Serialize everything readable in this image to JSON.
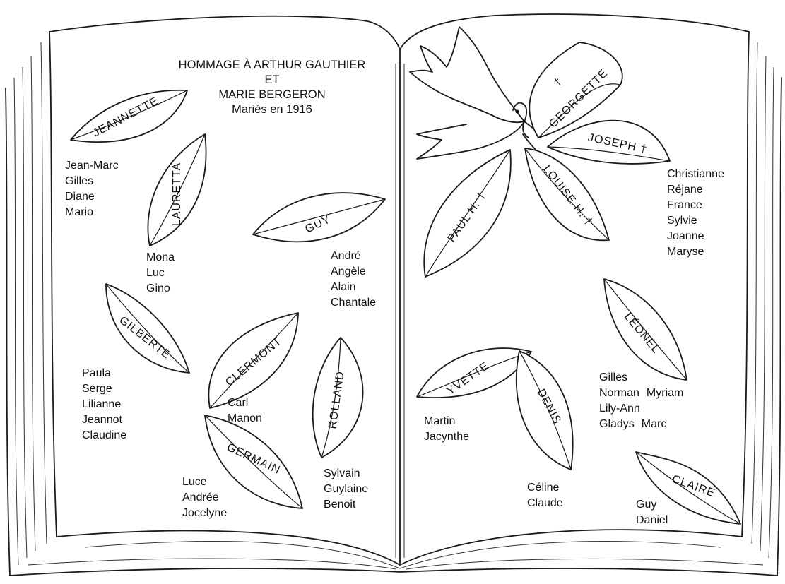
{
  "title": {
    "line1": "HOMMAGE À ARTHUR GAUTHIER",
    "line2": "ET",
    "line3": "MARIE BERGERON",
    "line4": "Mariés en 1916"
  },
  "children": {
    "jeannette": {
      "name": "JEANNETTE",
      "descendants": [
        "Jean-Marc",
        "Gilles",
        "Diane",
        "Mario"
      ]
    },
    "lauretta": {
      "name": "LAURETTA",
      "descendants": [
        "Mona",
        "Luc",
        "Gino"
      ]
    },
    "guy": {
      "name": "GUY",
      "descendants": [
        "André",
        "Angèle",
        "Alain",
        "Chantale"
      ]
    },
    "gilberte": {
      "name": "GILBERTE",
      "descendants": [
        "Paula",
        "Serge",
        "Lilianne",
        "Jeannot",
        "Claudine"
      ]
    },
    "clermont": {
      "name": "CLERMONT",
      "descendants": [
        "Carl",
        "Manon"
      ]
    },
    "germain": {
      "name": "GERMAIN",
      "descendants": [
        "Luce",
        "Andrée",
        "Jocelyne"
      ]
    },
    "rolland": {
      "name": "ROLLAND",
      "descendants": [
        "Sylvain",
        "Guylaine",
        "Benoit"
      ]
    },
    "georgette": {
      "name": "GEORGETTE",
      "mark": "†"
    },
    "joseph": {
      "name": "JOSEPH †",
      "descendants": [
        "Christianne",
        "Réjane",
        "France",
        "Sylvie",
        "Joanne",
        "Maryse"
      ]
    },
    "louise": {
      "name": "LOUISE H. †"
    },
    "paul": {
      "name": "PAUL H. †"
    },
    "leonel": {
      "name": "LÉONEL",
      "descendants": [
        "Gilles",
        "Norman",
        "Myriam",
        "Lily-Ann",
        "Gladys",
        "Marc"
      ]
    },
    "yvette": {
      "name": "YVETTE",
      "descendants": [
        "Martin",
        "Jacynthe"
      ]
    },
    "denis": {
      "name": "DENIS",
      "descendants": [
        "Céline",
        "Claude"
      ]
    },
    "claire": {
      "name": "CLAIRE",
      "descendants": [
        "Guy",
        "Daniel"
      ]
    }
  },
  "icons": {
    "bird": "dove-icon",
    "book": "open-book-icon"
  }
}
